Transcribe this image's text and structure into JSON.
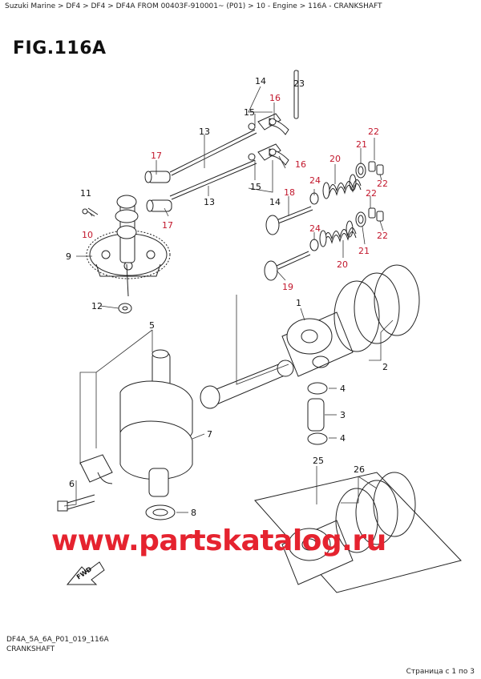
{
  "breadcrumb": "Suzuki Marine > DF4 > DF4 > DF4A FROM 00403F-910001~  (P01) > 10 - Engine > 116A - CRANKSHAFT",
  "figure_title": "FIG.116A",
  "watermark": "www.partskatalog.ru",
  "fwd_label": "FWD",
  "footer": {
    "code": "DF4A_5A_6A_P01_019_116A",
    "name": "CRANKSHAFT",
    "page_counter": "Страница с 1 по 3"
  },
  "callouts": {
    "c1": "1",
    "c2": "2",
    "c3": "3",
    "c4a": "4",
    "c4b": "4",
    "c5": "5",
    "c6": "6",
    "c7": "7",
    "c8": "8",
    "c9": "9",
    "c10": "10",
    "c11": "11",
    "c12": "12",
    "c13a": "13",
    "c13b": "13",
    "c14a": "14",
    "c14b": "14",
    "c15a": "15",
    "c15b": "15",
    "c16a": "16",
    "c16b": "16",
    "c17a": "17",
    "c17b": "17",
    "c18": "18",
    "c19": "19",
    "c20a": "20",
    "c20b": "20",
    "c21a": "21",
    "c21b": "21",
    "c22a": "22",
    "c22b": "22",
    "c22c": "22",
    "c22d": "22",
    "c23": "23",
    "c24a": "24",
    "c24b": "24",
    "c25": "25",
    "c26": "26"
  },
  "colors": {
    "callout_red": "#c2172c",
    "callout_black": "#111111",
    "watermark": "#e5232f"
  }
}
